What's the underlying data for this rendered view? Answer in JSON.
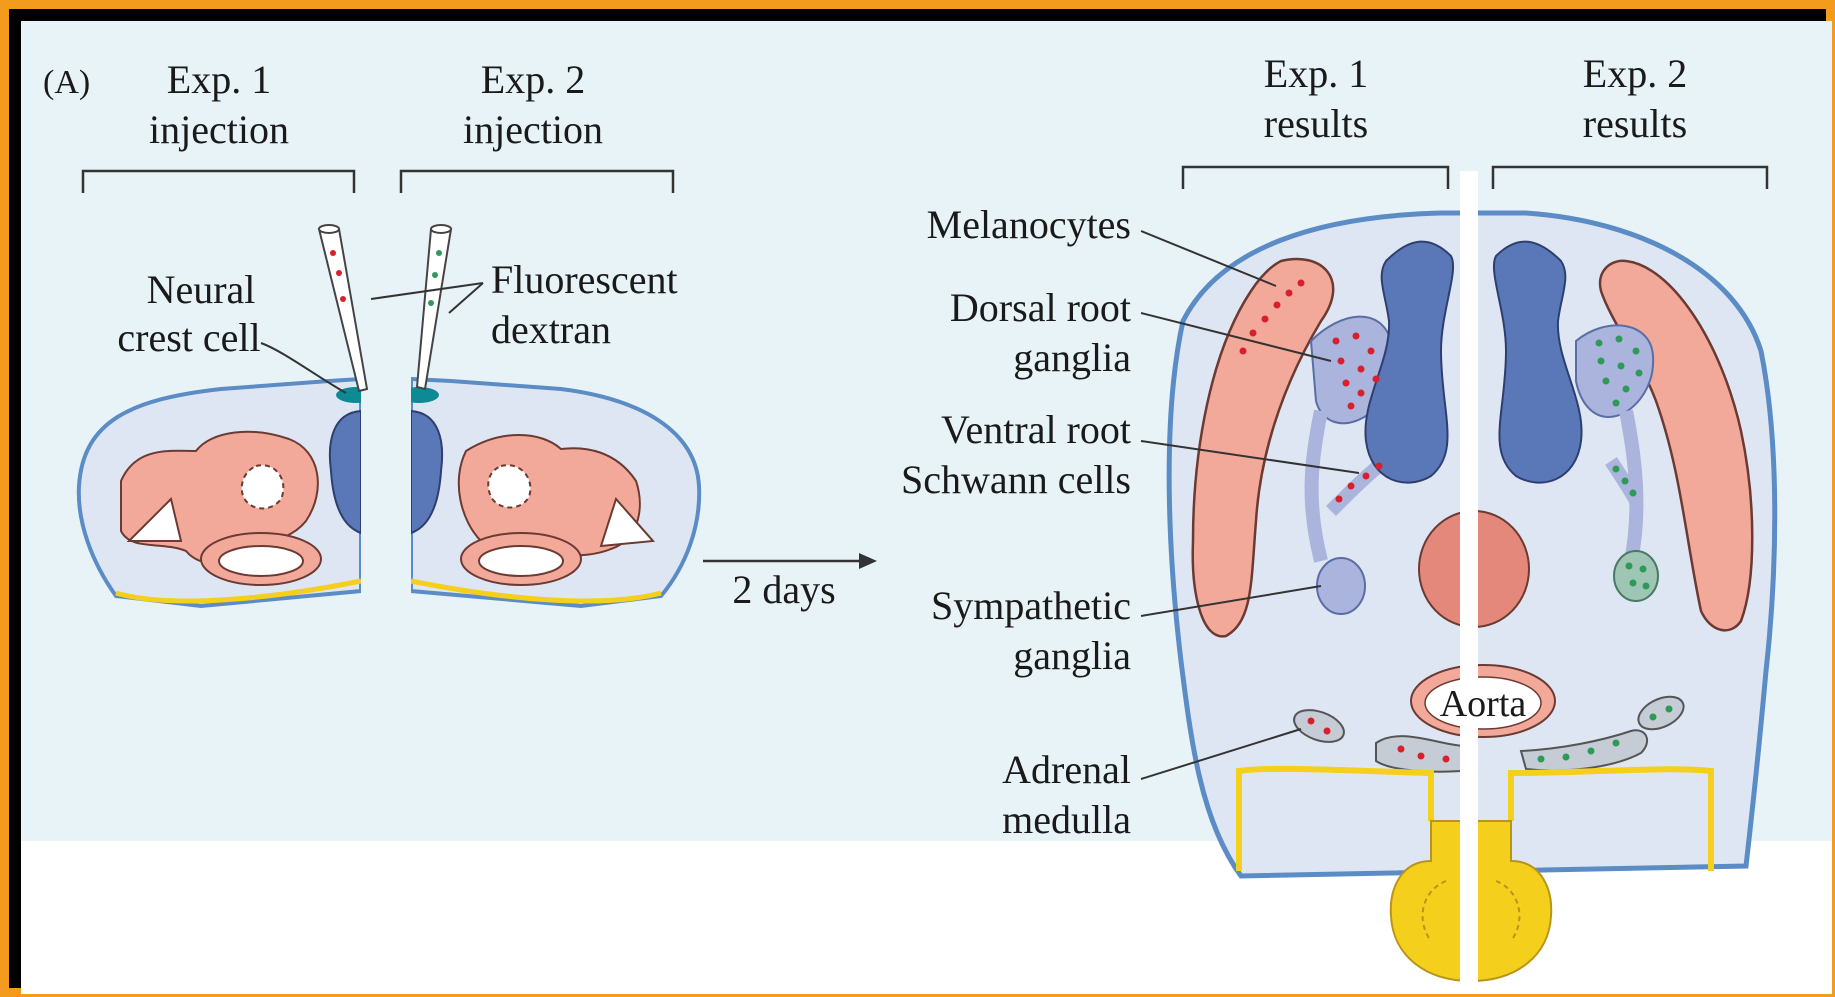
{
  "panel_label": "(A)",
  "headers": {
    "exp1_injection": [
      "Exp. 1",
      "injection"
    ],
    "exp2_injection": [
      "Exp. 2",
      "injection"
    ],
    "exp1_results": [
      "Exp. 1",
      "results"
    ],
    "exp2_results": [
      "Exp. 2",
      "results"
    ]
  },
  "labels": {
    "neural_crest_cell": [
      "Neural",
      "crest cell"
    ],
    "fluorescent_dextran": [
      "Fluorescent",
      "dextran"
    ],
    "two_days": "2 days",
    "melanocytes": "Melanocytes",
    "dorsal_root_ganglia": [
      "Dorsal root",
      "ganglia"
    ],
    "ventral_root_schwann": [
      "Ventral root",
      "Schwann cells"
    ],
    "sympathetic_ganglia": [
      "Sympathetic",
      "ganglia"
    ],
    "aorta": "Aorta",
    "adrenal_medulla": [
      "Adrenal",
      "medulla"
    ]
  },
  "colors": {
    "frame": "#f29b1d",
    "background_tint": "#e8f3f8",
    "tissue": "#dfe6f3",
    "neural_tube": "#5a77b8",
    "somite": "#f3a99a",
    "ectoderm": "#5b8cc6",
    "endoderm": "#f4cf1c",
    "exp1_marker": "#d8202d",
    "exp2_marker": "#2f9a57"
  }
}
